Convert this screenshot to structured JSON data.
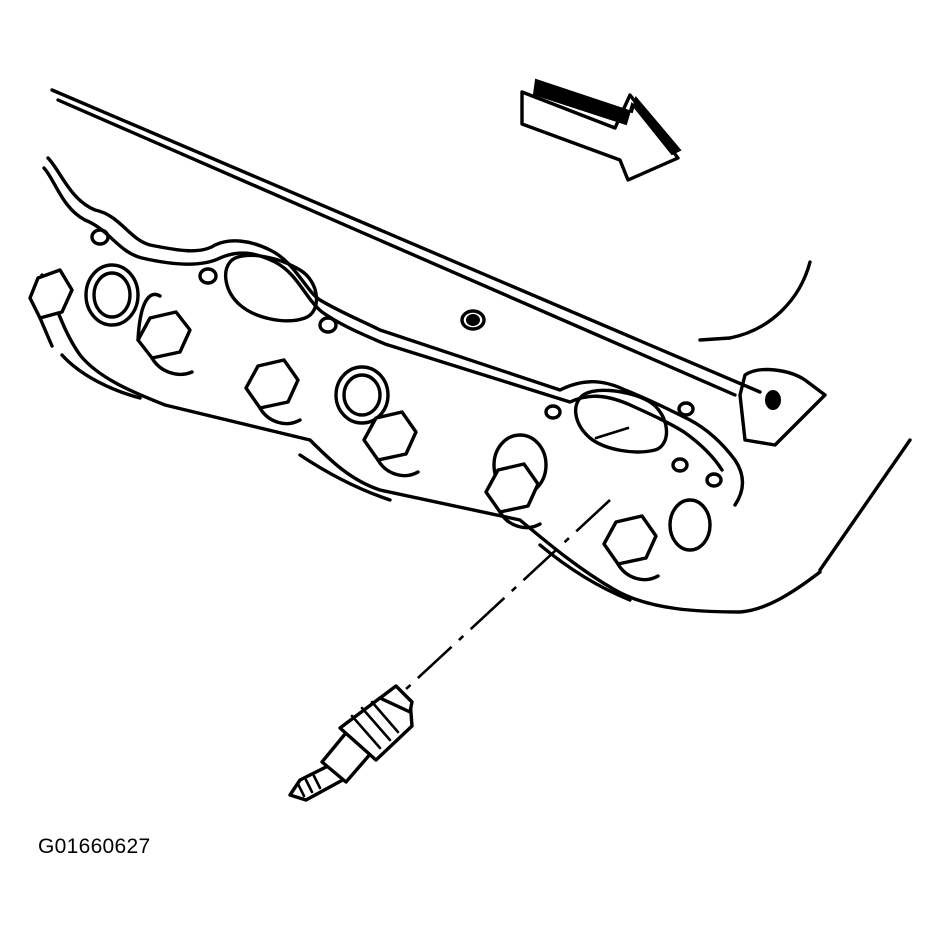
{
  "figure": {
    "id_label": "G01660627",
    "line_color": "#000000",
    "background_color": "#ffffff"
  },
  "parts": {
    "direction_arrow": "arrow-right-icon",
    "cylinder_head": "cylinder-head",
    "exhaust_manifold_gasket": "manifold-gasket",
    "manifold_bolts": 6,
    "spark_plug": "spark-plug"
  }
}
